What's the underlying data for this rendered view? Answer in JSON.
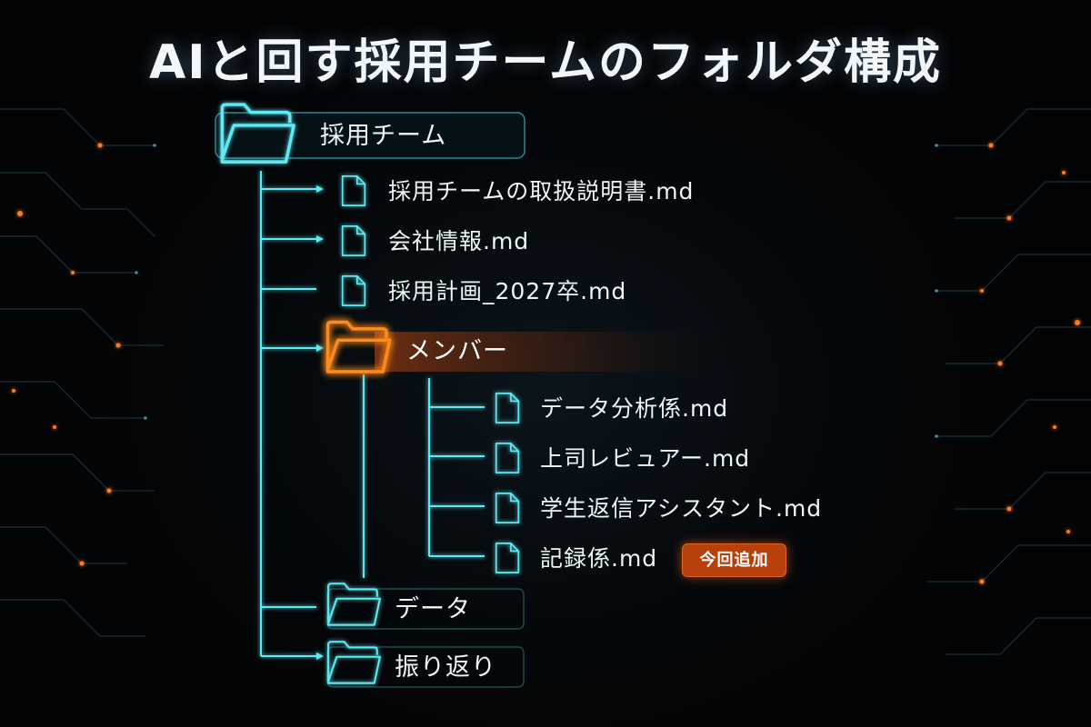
{
  "title": "AIと回す採用チームのフォルダ構成",
  "colors": {
    "line": "#5ee9f2",
    "highlight": "#ff8a1f",
    "badge_bg": "#b8400d",
    "background": "#040608"
  },
  "tree": {
    "root": {
      "label": "採用チーム",
      "icon": "folder-icon"
    },
    "files": [
      {
        "label": "採用チームの取扱説明書.md",
        "icon": "file-icon"
      },
      {
        "label": "会社情報.md",
        "icon": "file-icon"
      },
      {
        "label": "採用計画_2027卒.md",
        "icon": "file-icon"
      }
    ],
    "members": {
      "label": "メンバー",
      "icon": "folder-icon",
      "children": [
        {
          "label": "データ分析係.md",
          "icon": "file-icon"
        },
        {
          "label": "上司レビュアー.md",
          "icon": "file-icon"
        },
        {
          "label": "学生返信アシスタント.md",
          "icon": "file-icon"
        },
        {
          "label": "記録係.md",
          "icon": "file-icon",
          "badge": "今回追加"
        }
      ]
    },
    "data_folder": {
      "label": "データ",
      "icon": "folder-icon"
    },
    "review_folder": {
      "label": "振り返り",
      "icon": "folder-icon"
    }
  }
}
